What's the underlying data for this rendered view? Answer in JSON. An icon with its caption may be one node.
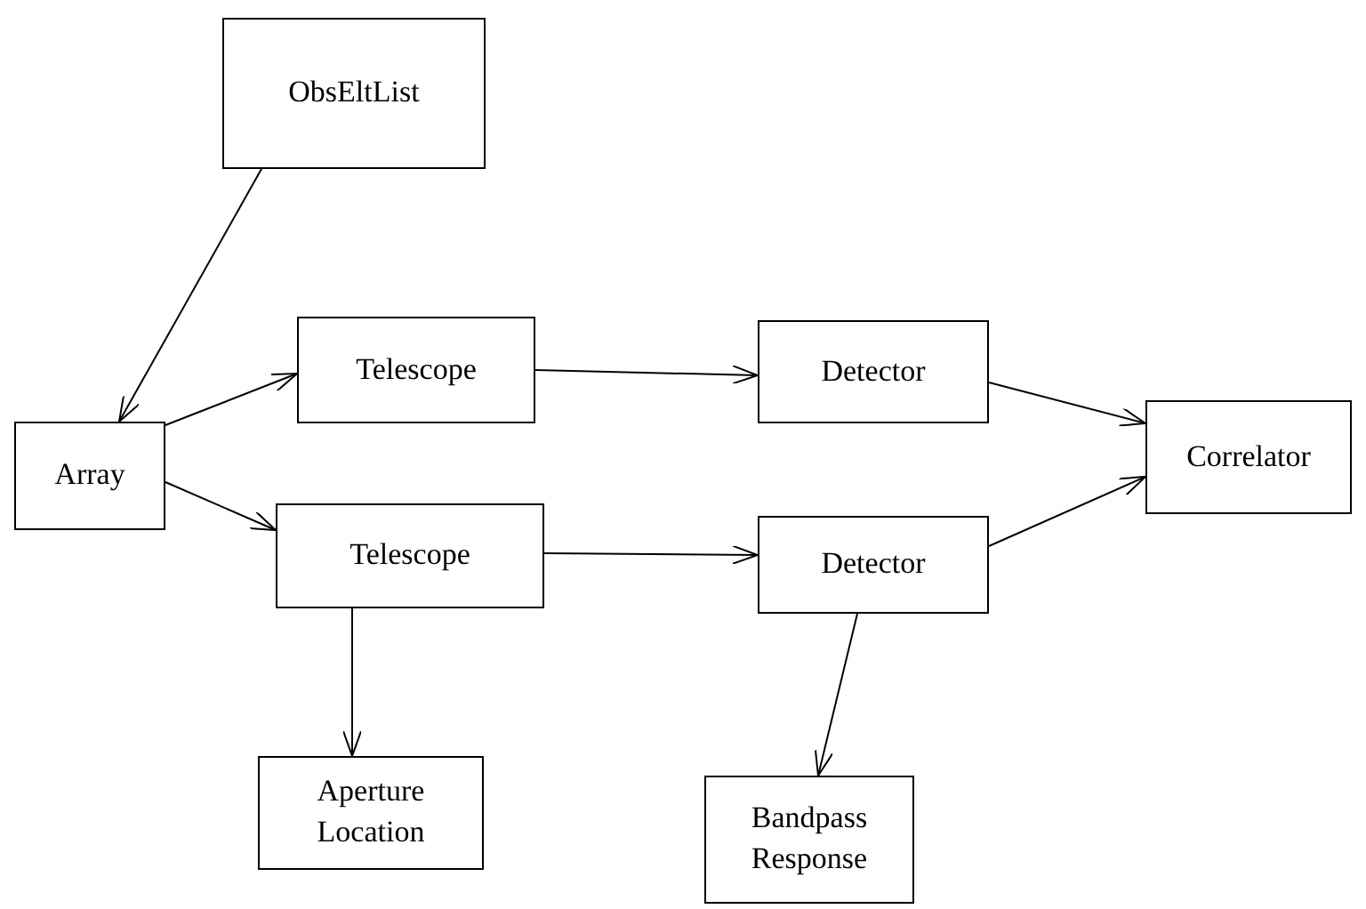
{
  "diagram": {
    "nodes": [
      {
        "text": [
          "ObsEltList"
        ]
      },
      {
        "text": [
          "Array"
        ]
      },
      {
        "text": [
          "Telescope"
        ]
      },
      {
        "text": [
          "Detector"
        ]
      },
      {
        "text": [
          "Correlator"
        ]
      },
      {
        "text": [
          "Telescope"
        ]
      },
      {
        "text": [
          "Detector"
        ]
      },
      {
        "text": [
          "Aperture Location"
        ]
      },
      {
        "text": [
          "Bandpass Response"
        ]
      }
    ],
    "edges": [
      {
        "from": 0,
        "to": 1,
        "arrow": "to"
      },
      {
        "from": 1,
        "to": 2,
        "arrow": "to"
      },
      {
        "from": 1,
        "to": 5,
        "arrow": "to"
      },
      {
        "from": 2,
        "to": 3,
        "arrow": "to"
      },
      {
        "from": 3,
        "to": 4,
        "arrow": "to"
      },
      {
        "from": 5,
        "to": 6,
        "arrow": "to"
      },
      {
        "from": 6,
        "to": 4,
        "arrow": "to"
      },
      {
        "from": 5,
        "to": 7,
        "arrow": "to"
      },
      {
        "from": 6,
        "to": 8,
        "arrow": "to"
      }
    ]
  }
}
